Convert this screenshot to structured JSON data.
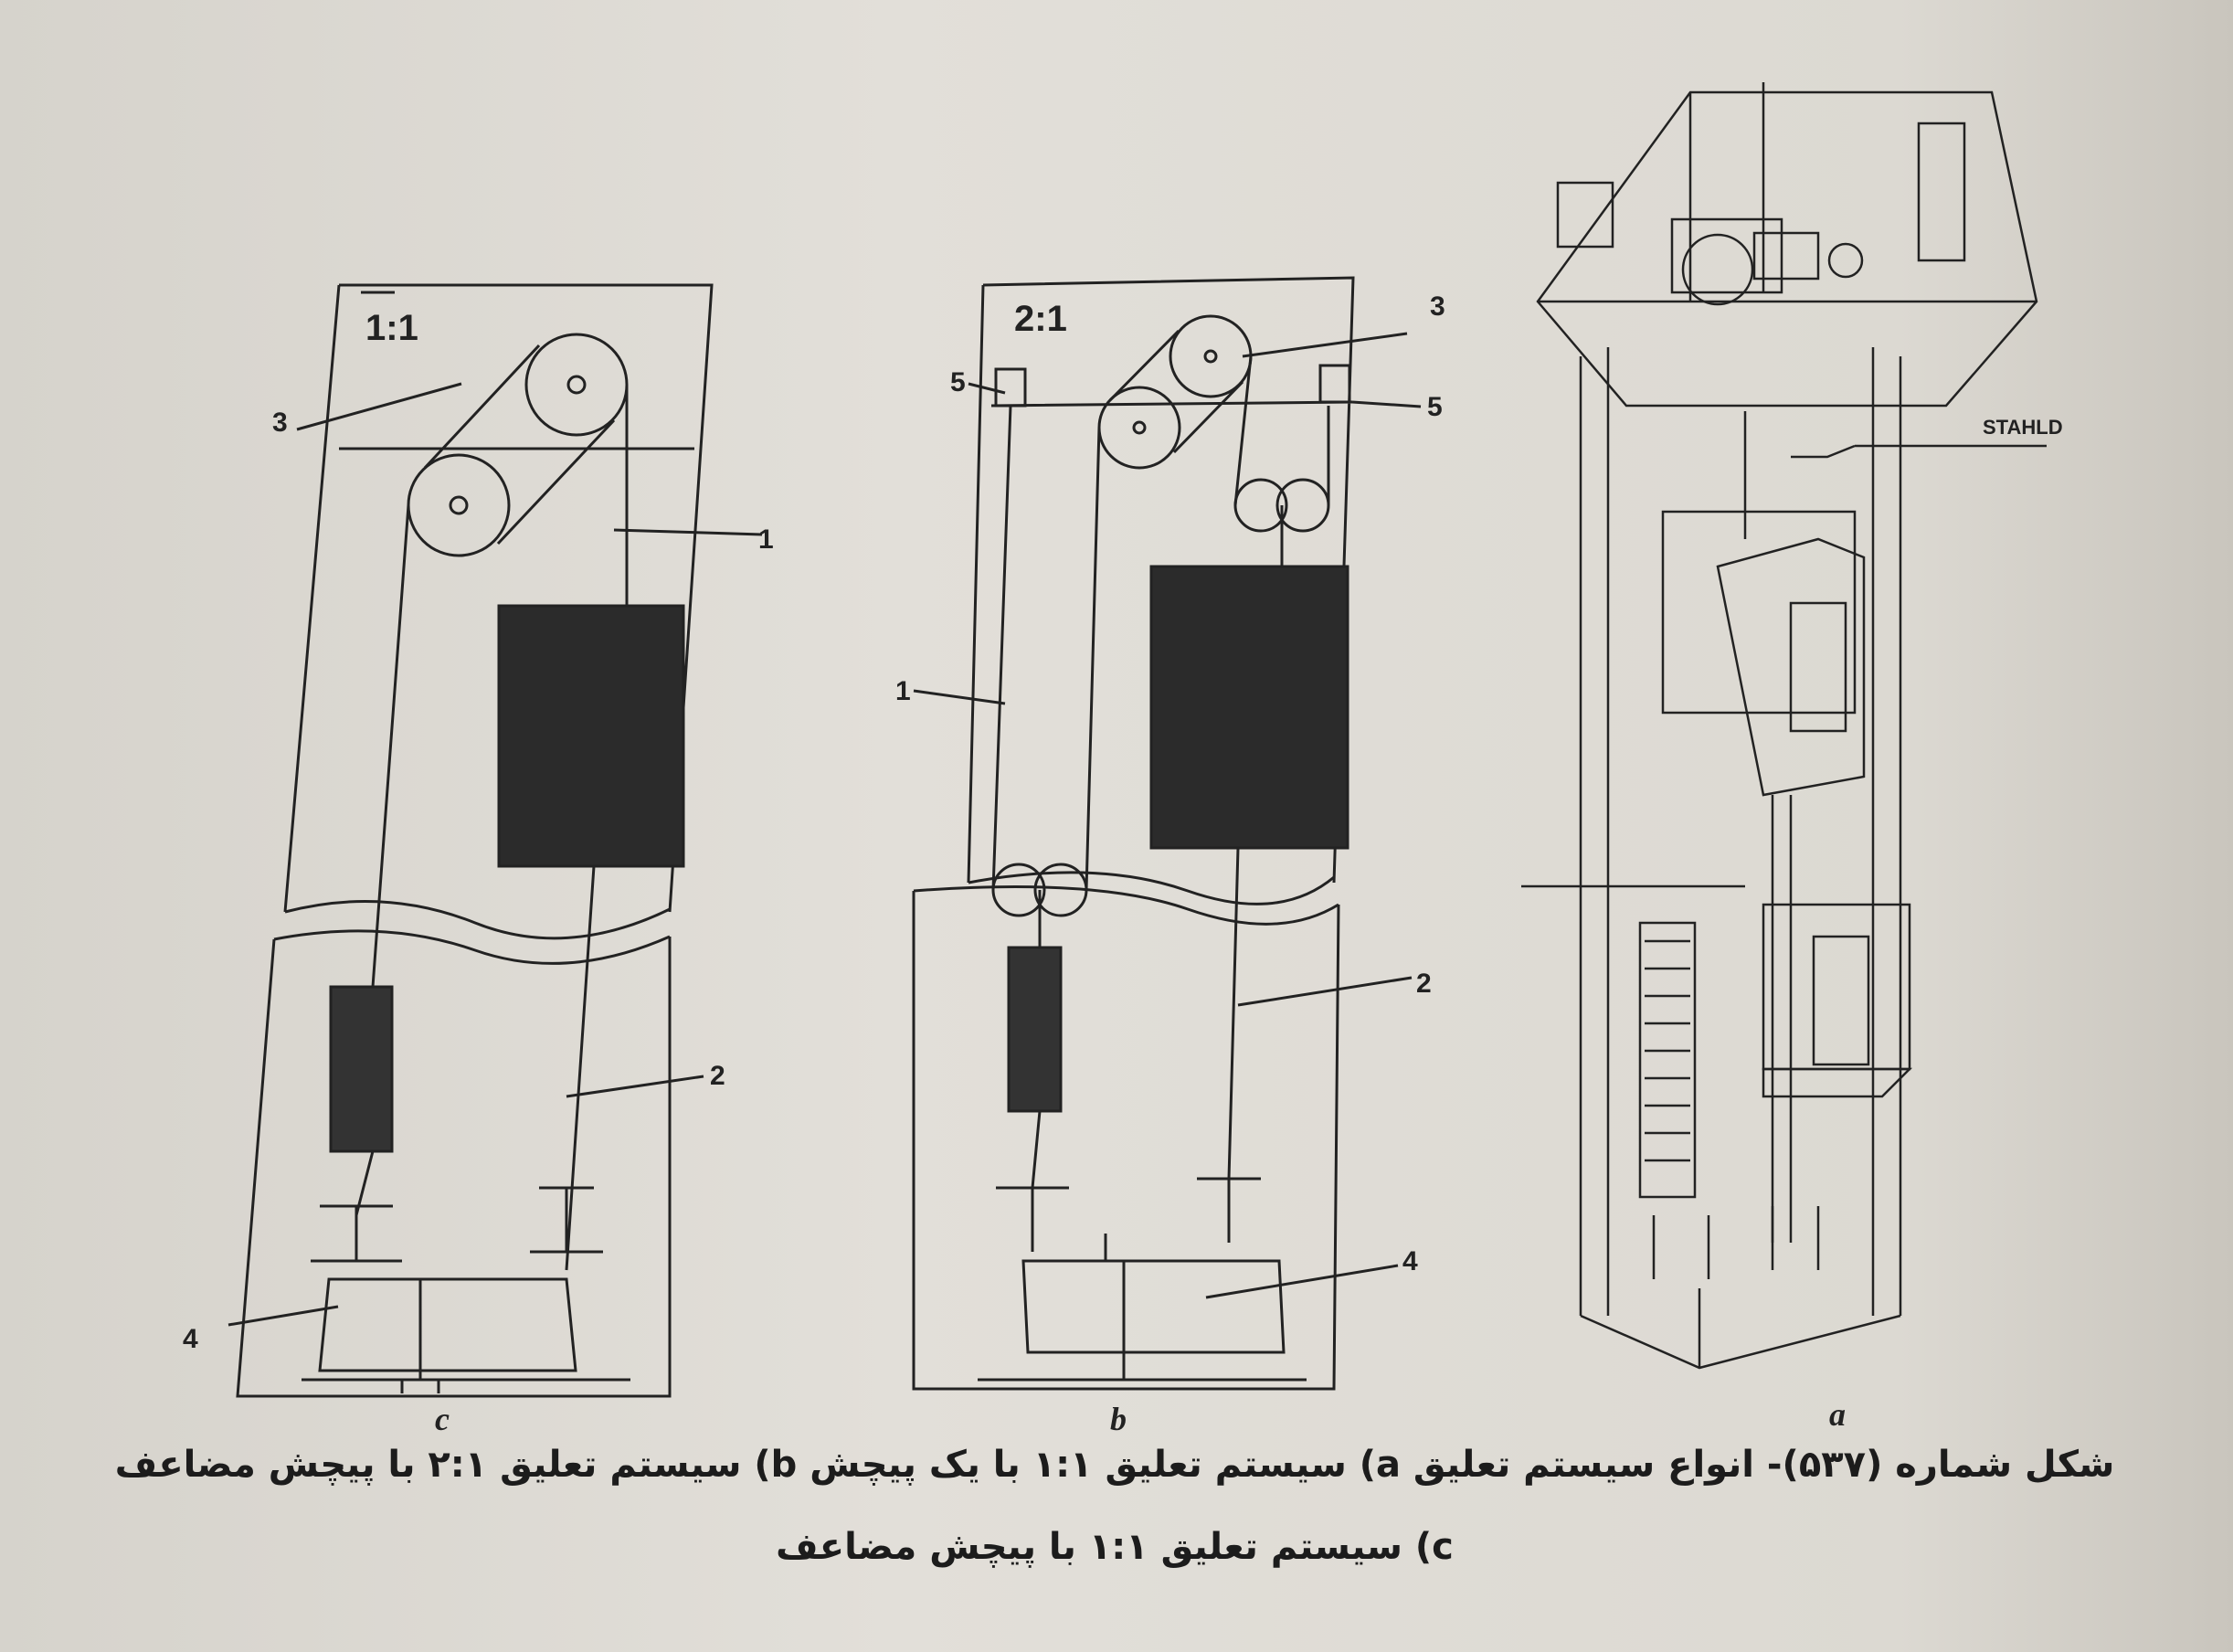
{
  "figure": {
    "diagram_c": {
      "ratio": "1:1",
      "labels": [
        "1",
        "2",
        "3",
        "4"
      ],
      "letter": "c"
    },
    "diagram_b": {
      "ratio": "2:1",
      "labels": [
        "1",
        "2",
        "3",
        "4",
        "5",
        "5"
      ],
      "letter": "b"
    },
    "diagram_a": {
      "callout": "STAHLD",
      "letter": "a"
    },
    "caption_line1": "شکل شماره (۵۳۷)- انواع سیستم تعلیق a) سیستم تعلیق ۱:۱ با یک پیچش b) سیستم تعلیق ۲:۱ با پیچش مضاعف",
    "caption_line2": "c) سیستم تعلیق ۱:۱ با پیچش مضاعف"
  }
}
